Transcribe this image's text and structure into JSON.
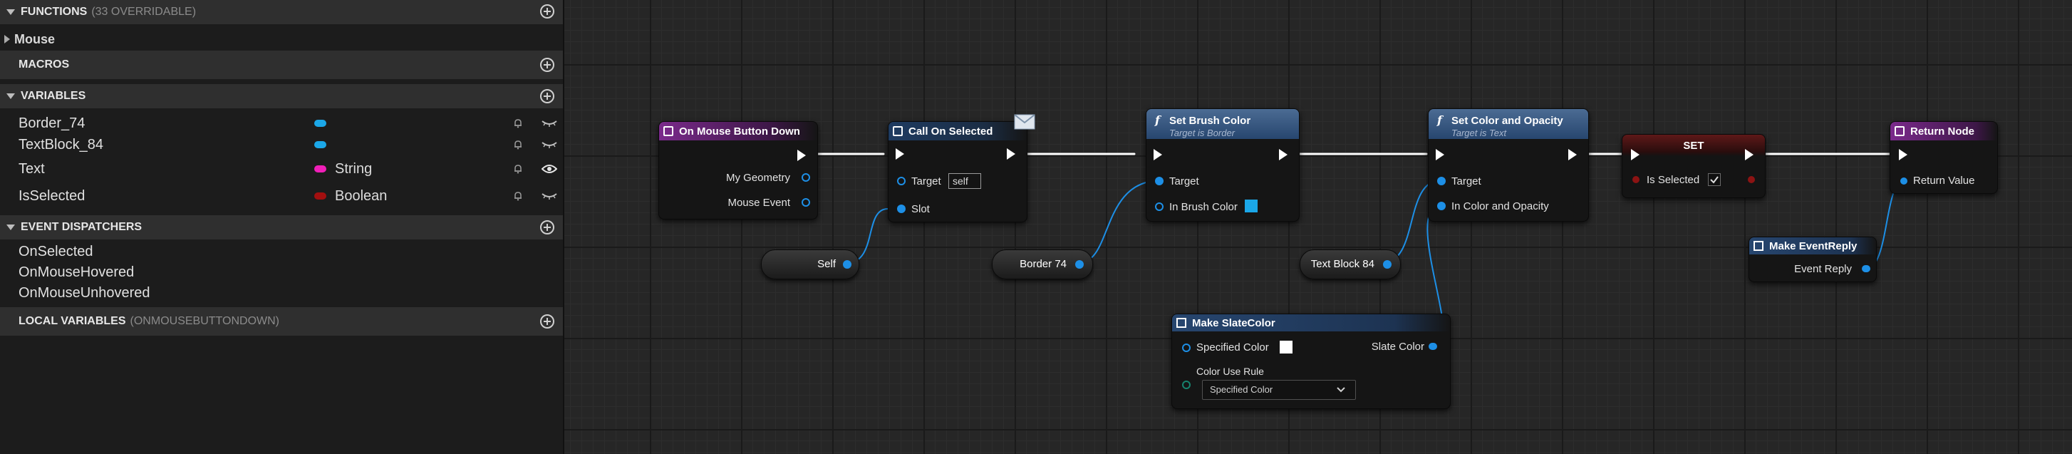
{
  "sidebar": {
    "functions": {
      "label": "FUNCTIONS",
      "sub": "(33 OVERRIDABLE)"
    },
    "mouse_group": "Mouse",
    "macros": {
      "label": "MACROS"
    },
    "variables": {
      "label": "VARIABLES",
      "items": [
        {
          "name": "Border_74",
          "type": "",
          "color": "#1ba7e8",
          "visible": false
        },
        {
          "name": "TextBlock_84",
          "type": "",
          "color": "#1ba7e8",
          "visible": false
        },
        {
          "name": "Text",
          "type": "String",
          "color": "#f01fb8",
          "visible": true
        },
        {
          "name": "IsSelected",
          "type": "Boolean",
          "color": "#a20f0f",
          "visible": false
        }
      ]
    },
    "event_dispatchers": {
      "label": "EVENT DISPATCHERS",
      "items": [
        "OnSelected",
        "OnMouseHovered",
        "OnMouseUnhovered"
      ]
    },
    "local_variables": {
      "label": "LOCAL VARIABLES",
      "sub": "(ONMOUSEBUTTONDOWN)"
    }
  },
  "graph": {
    "event_node": {
      "title": "On Mouse Button Down",
      "pins": [
        "My Geometry",
        "Mouse Event"
      ],
      "color": "#7b2a8c"
    },
    "call_node": {
      "title": "Call On Selected",
      "target_label": "Target",
      "target_value": "self",
      "slot_label": "Slot",
      "color": "#1e3b61"
    },
    "set_brush_node": {
      "title": "Set Brush Color",
      "subtitle": "Target is Border",
      "target_label": "Target",
      "color_label": "In Brush Color",
      "swatch": "#1ba7e8"
    },
    "set_color_node": {
      "title": "Set Color and Opacity",
      "subtitle": "Target is Text",
      "target_label": "Target",
      "color_label": "In Color and Opacity"
    },
    "set_node": {
      "title": "SET",
      "pin_label": "Is Selected",
      "checked": true
    },
    "return_node": {
      "title": "Return Node",
      "pin_label": "Return Value",
      "color": "#7b2a8c"
    },
    "make_event_reply": {
      "title": "Make EventReply",
      "pin_label": "Event Reply"
    },
    "make_slate_color": {
      "title": "Make SlateColor",
      "specified_label": "Specified Color",
      "output_label": "Slate Color",
      "rule_label": "Color Use Rule",
      "rule_value": "Specified Color",
      "swatch": "#ffffff"
    },
    "self_node": {
      "label": "Self"
    },
    "border_node": {
      "label": "Border 74"
    },
    "textblock_node": {
      "label": "Text Block 84"
    }
  }
}
